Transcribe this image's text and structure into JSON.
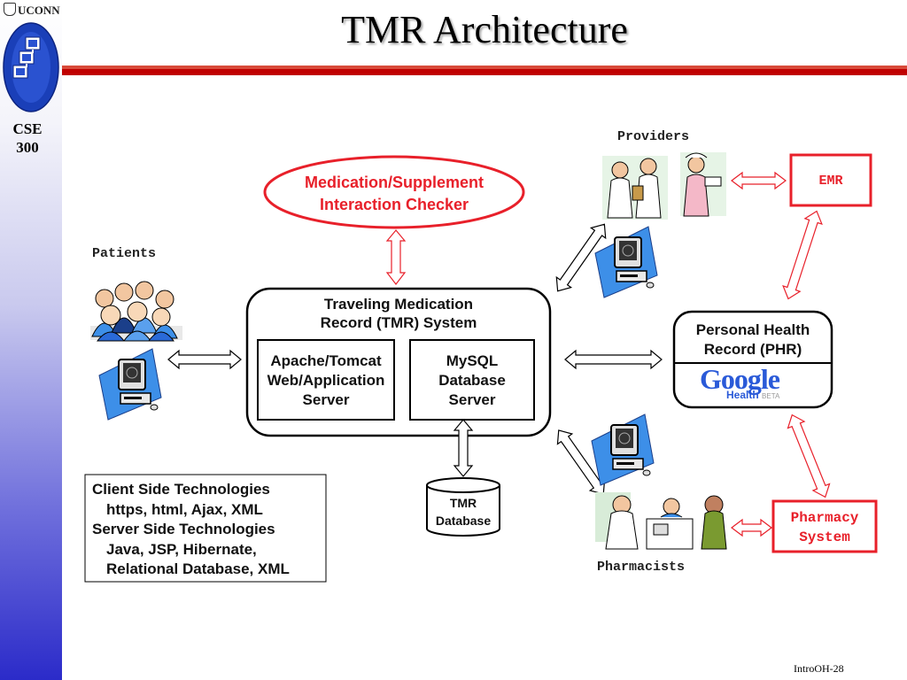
{
  "header": {
    "university": "UCONN",
    "course_line1": "CSE",
    "course_line2": "300",
    "title": "TMR Architecture"
  },
  "diagram": {
    "checker_line1": "Medication/Supplement",
    "checker_line2": "Interaction Checker",
    "patients_label": "Patients",
    "providers_label": "Providers",
    "pharmacists_label": "Pharmacists",
    "tmr_system_line1": "Traveling Medication",
    "tmr_system_line2": "Record (TMR) System",
    "web_server_line1": "Apache/Tomcat",
    "web_server_line2": "Web/Application",
    "web_server_line3": "Server",
    "db_server_line1": "MySQL",
    "db_server_line2": "Database",
    "db_server_line3": "Server",
    "tmr_db_line1": "TMR",
    "tmr_db_line2": "Database",
    "phr_line1": "Personal Health",
    "phr_line2": "Record (PHR)",
    "google_word": "Google",
    "google_health": "Health",
    "google_beta": "BETA",
    "emr_label": "EMR",
    "pharmacy_line1": "Pharmacy",
    "pharmacy_line2": "System"
  },
  "technologies": {
    "client_heading": "Client Side Technologies",
    "client_items": "https, html, Ajax, XML",
    "server_heading": "Server Side Technologies",
    "server_items_line1": "Java, JSP, Hibernate,",
    "server_items_line2": "Relational Database, XML"
  },
  "footer": {
    "slide_id": "IntroOH-28"
  },
  "colors": {
    "accent_red": "#c00000",
    "box_red": "#e8202a",
    "sidebar_blue": "#2b2bc9"
  }
}
